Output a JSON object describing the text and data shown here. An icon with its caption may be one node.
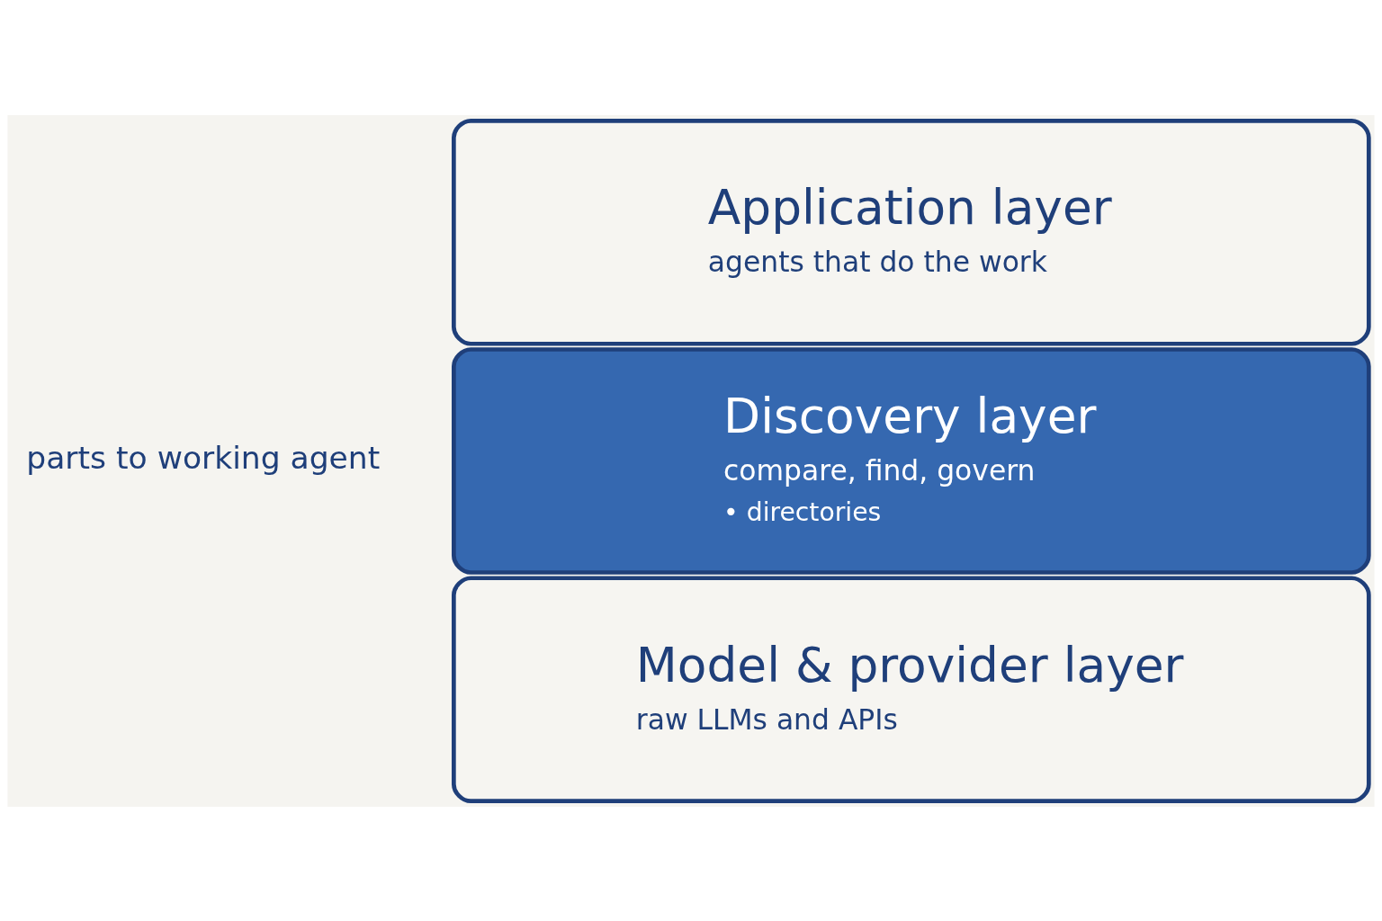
{
  "diagram": {
    "nodes": [
      {
        "text": [
          "Application layer",
          "agents that do the work"
        ]
      },
      {
        "text": [
          "Discovery layer",
          "compare, find, govern",
          "• directories"
        ]
      },
      {
        "text": [
          "Model & provider layer",
          "raw LLMs and APIs"
        ]
      }
    ],
    "labels": [
      "parts to working agent"
    ]
  }
}
